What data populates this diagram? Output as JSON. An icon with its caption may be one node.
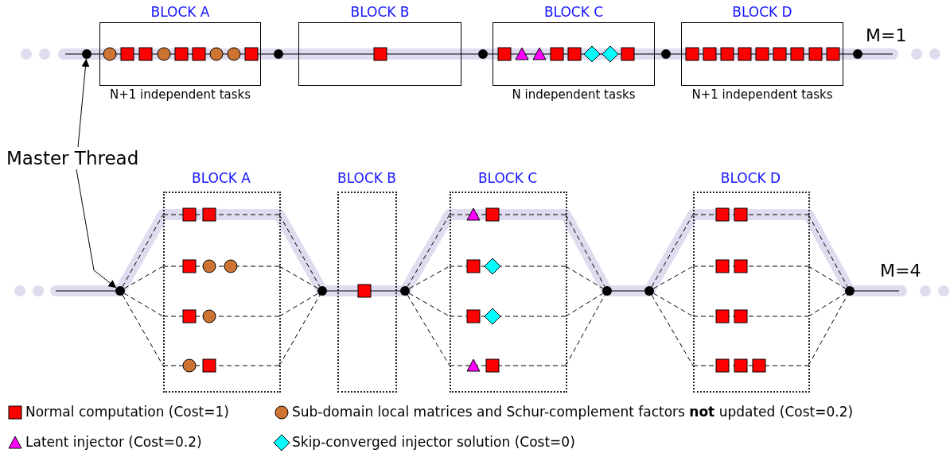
{
  "diagram": {
    "nodes": [
      {
        "text": [
          "BLOCK A"
        ],
        "beside": [
          "N+1 independent tasks"
        ]
      },
      {
        "text": [
          "BLOCK B"
        ]
      },
      {
        "text": [
          "BLOCK C"
        ],
        "beside": [
          "N independent tasks"
        ]
      },
      {
        "text": [
          "BLOCK D"
        ],
        "beside": [
          "N+1 independent tasks"
        ]
      },
      {
        "text": [],
        "shape": "circle"
      },
      {
        "text": [],
        "shape": "circle"
      },
      {
        "text": [],
        "shape": "circle"
      },
      {
        "text": [],
        "shape": "circle"
      },
      {
        "text": [],
        "shape": "circle"
      },
      {
        "text": [
          "Master Thread"
        ]
      },
      {
        "text": [
          "BLOCK A"
        ]
      },
      {
        "text": [
          "BLOCK B"
        ]
      },
      {
        "text": [
          "BLOCK C"
        ]
      },
      {
        "text": [
          "BLOCK D"
        ]
      },
      {
        "text": [],
        "shape": "circle"
      },
      {
        "text": [],
        "shape": "circle"
      },
      {
        "text": [],
        "shape": "circle"
      },
      {
        "text": [],
        "shape": "circle"
      },
      {
        "text": [],
        "shape": "circle"
      },
      {
        "text": [],
        "shape": "circle"
      }
    ],
    "edges": [
      {
        "from": 9,
        "to": 4,
        "arrow": "to"
      },
      {
        "from": 9,
        "to": 14,
        "arrow": "to"
      },
      {
        "from": null,
        "to": 4,
        "arrow": "none"
      },
      {
        "from": 4,
        "to": 0,
        "arrow": "none"
      },
      {
        "from": 0,
        "to": 5,
        "arrow": "none"
      },
      {
        "from": 5,
        "to": 1,
        "arrow": "none"
      },
      {
        "from": 1,
        "to": 6,
        "arrow": "none"
      },
      {
        "from": 6,
        "to": 2,
        "arrow": "none"
      },
      {
        "from": 2,
        "to": 7,
        "arrow": "none"
      },
      {
        "from": 7,
        "to": 3,
        "arrow": "none"
      },
      {
        "from": 3,
        "to": 8,
        "arrow": "none"
      },
      {
        "from": 8,
        "to": null,
        "arrow": "none"
      },
      {
        "from": null,
        "to": 14,
        "arrow": "none"
      },
      {
        "from": 14,
        "to": 10,
        "arrow": "none",
        "style": "dashed"
      },
      {
        "from": 14,
        "to": 10,
        "arrow": "none",
        "style": "dashed"
      },
      {
        "from": 14,
        "to": 10,
        "arrow": "none",
        "style": "dashed"
      },
      {
        "from": 14,
        "to": 10,
        "arrow": "none",
        "style": "dashed"
      },
      {
        "from": 10,
        "to": 15,
        "arrow": "none",
        "style": "dashed"
      },
      {
        "from": 10,
        "to": 15,
        "arrow": "none",
        "style": "dashed"
      },
      {
        "from": 10,
        "to": 15,
        "arrow": "none",
        "style": "dashed"
      },
      {
        "from": 10,
        "to": 15,
        "arrow": "none",
        "style": "dashed"
      },
      {
        "from": 15,
        "to": 11,
        "arrow": "none"
      },
      {
        "from": 11,
        "to": 16,
        "arrow": "none"
      },
      {
        "from": 16,
        "to": 12,
        "arrow": "none",
        "style": "dashed"
      },
      {
        "from": 16,
        "to": 12,
        "arrow": "none",
        "style": "dashed"
      },
      {
        "from": 16,
        "to": 12,
        "arrow": "none",
        "style": "dashed"
      },
      {
        "from": 16,
        "to": 12,
        "arrow": "none",
        "style": "dashed"
      },
      {
        "from": 12,
        "to": 17,
        "arrow": "none",
        "style": "dashed"
      },
      {
        "from": 12,
        "to": 17,
        "arrow": "none",
        "style": "dashed"
      },
      {
        "from": 12,
        "to": 17,
        "arrow": "none",
        "style": "dashed"
      },
      {
        "from": 12,
        "to": 17,
        "arrow": "none",
        "style": "dashed"
      },
      {
        "from": 17,
        "to": 18,
        "arrow": "none"
      },
      {
        "from": 18,
        "to": 13,
        "arrow": "none",
        "style": "dashed"
      },
      {
        "from": 18,
        "to": 13,
        "arrow": "none",
        "style": "dashed"
      },
      {
        "from": 18,
        "to": 13,
        "arrow": "none",
        "style": "dashed"
      },
      {
        "from": 18,
        "to": 13,
        "arrow": "none",
        "style": "dashed"
      },
      {
        "from": 13,
        "to": 19,
        "arrow": "none",
        "style": "dashed"
      },
      {
        "from": 13,
        "to": 19,
        "arrow": "none",
        "style": "dashed"
      },
      {
        "from": 13,
        "to": 19,
        "arrow": "none",
        "style": "dashed"
      },
      {
        "from": 13,
        "to": 19,
        "arrow": "none",
        "style": "dashed"
      },
      {
        "from": 19,
        "to": null,
        "arrow": "none"
      }
    ],
    "labels": [
      "M=1",
      "M=4"
    ],
    "legend": [
      {
        "text": "Normal computation (Cost=1)",
        "color": "#ff0000"
      },
      {
        "text": "Sub-domain local matrices and Schur-complement factors **not** updated (Cost=0.2)",
        "color": "#cd7433"
      },
      {
        "text": "Latent injector (Cost=0.2)",
        "color": "#ff00ff"
      },
      {
        "text": "Skip-converged injector solution (Cost=0)",
        "color": "#00ffff"
      }
    ]
  }
}
